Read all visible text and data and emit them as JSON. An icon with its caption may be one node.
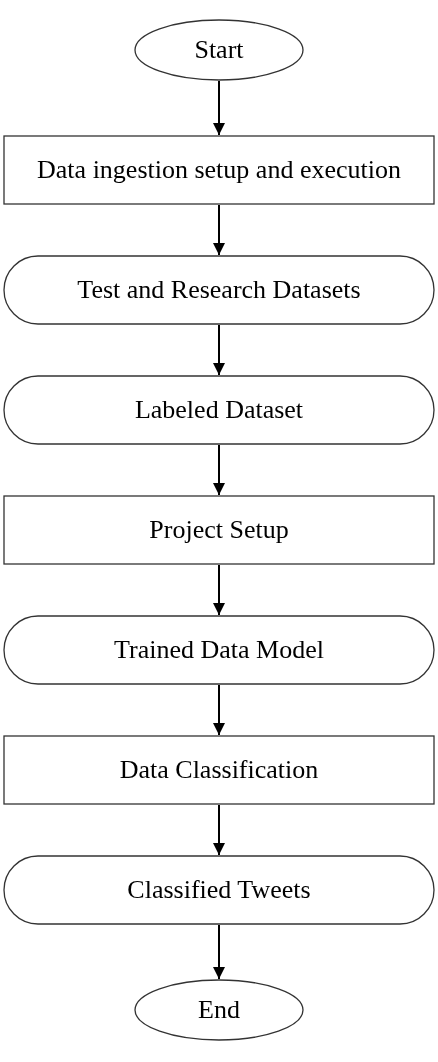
{
  "diagram": {
    "nodes": [
      {
        "text": [
          "Start"
        ]
      },
      {
        "text": [
          "Data ingestion setup and execution"
        ]
      },
      {
        "text": [
          "Test and Research Datasets"
        ]
      },
      {
        "text": [
          "Labeled Dataset"
        ]
      },
      {
        "text": [
          "Project Setup"
        ]
      },
      {
        "text": [
          "Trained Data Model"
        ]
      },
      {
        "text": [
          "Data Classification"
        ]
      },
      {
        "text": [
          "Classified Tweets"
        ]
      },
      {
        "text": [
          "End"
        ]
      }
    ],
    "edges": [
      {
        "from": 0,
        "to": 1,
        "arrow": "to"
      },
      {
        "from": 1,
        "to": 2,
        "arrow": "to"
      },
      {
        "from": 2,
        "to": 3,
        "arrow": "to"
      },
      {
        "from": 3,
        "to": 4,
        "arrow": "to"
      },
      {
        "from": 4,
        "to": 5,
        "arrow": "to"
      },
      {
        "from": 5,
        "to": 6,
        "arrow": "to"
      },
      {
        "from": 6,
        "to": 7,
        "arrow": "to"
      },
      {
        "from": 7,
        "to": 8,
        "arrow": "to"
      }
    ]
  }
}
